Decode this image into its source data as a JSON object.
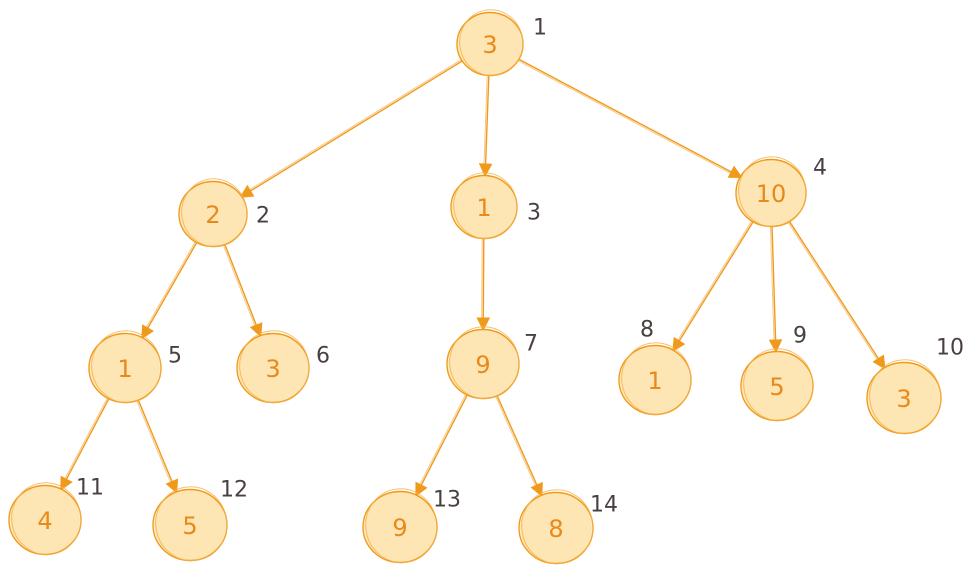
{
  "diagram": {
    "type": "tree",
    "colors": {
      "node_fill": "#fde6b3",
      "node_stroke": "#f09a1c",
      "edge": "#f09a1c",
      "value_text": "#e8891a",
      "index_text": "#4a4040"
    },
    "nodes": [
      {
        "id": 1,
        "value": "3",
        "index": "1"
      },
      {
        "id": 2,
        "value": "2",
        "index": "2"
      },
      {
        "id": 3,
        "value": "1",
        "index": "3"
      },
      {
        "id": 4,
        "value": "10",
        "index": "4"
      },
      {
        "id": 5,
        "value": "1",
        "index": "5"
      },
      {
        "id": 6,
        "value": "3",
        "index": "6"
      },
      {
        "id": 7,
        "value": "9",
        "index": "7"
      },
      {
        "id": 8,
        "value": "1",
        "index": "8"
      },
      {
        "id": 9,
        "value": "5",
        "index": "9"
      },
      {
        "id": 10,
        "value": "3",
        "index": "10"
      },
      {
        "id": 11,
        "value": "4",
        "index": "11"
      },
      {
        "id": 12,
        "value": "5",
        "index": "12"
      },
      {
        "id": 13,
        "value": "9",
        "index": "13"
      },
      {
        "id": 14,
        "value": "8",
        "index": "14"
      }
    ],
    "edges": [
      {
        "from": 1,
        "to": 2
      },
      {
        "from": 1,
        "to": 3
      },
      {
        "from": 1,
        "to": 4
      },
      {
        "from": 2,
        "to": 5
      },
      {
        "from": 2,
        "to": 6
      },
      {
        "from": 3,
        "to": 7
      },
      {
        "from": 4,
        "to": 8
      },
      {
        "from": 4,
        "to": 9
      },
      {
        "from": 4,
        "to": 10
      },
      {
        "from": 5,
        "to": 11
      },
      {
        "from": 5,
        "to": 12
      },
      {
        "from": 7,
        "to": 13
      },
      {
        "from": 7,
        "to": 14
      }
    ]
  }
}
